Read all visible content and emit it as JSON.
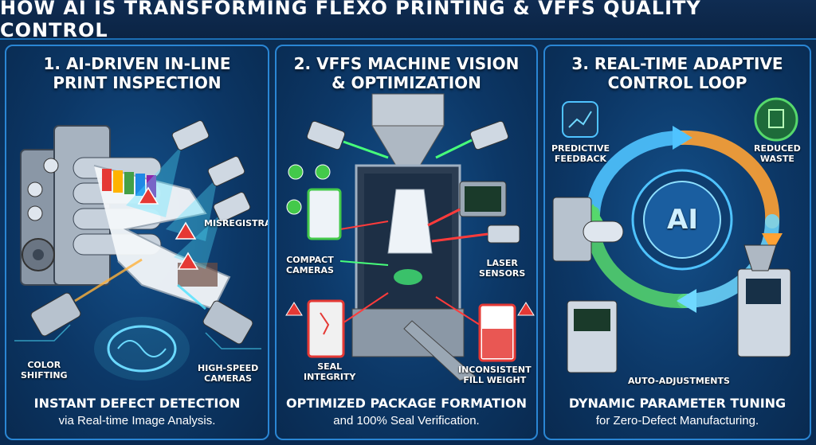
{
  "title": "HOW AI IS TRANSFORMING FLEXO PRINTING & VFFS QUALITY CONTROL",
  "panels": [
    {
      "title_line1": "1. AI-DRIVEN IN-LINE",
      "title_line2": "PRINT INSPECTION",
      "labels": {
        "misregistration": "MISREGISTRATION",
        "color_shifting_1": "COLOR",
        "color_shifting_2": "SHIFTING",
        "cameras_1": "HIGH-SPEED",
        "cameras_2": "CAMERAS"
      },
      "footer_bold": "INSTANT DEFECT DETECTION",
      "footer_text": "via Real-time Image Analysis."
    },
    {
      "title_line1": "2. VFFS MACHINE VISION",
      "title_line2": "& OPTIMIZATION",
      "labels": {
        "compact_1": "COMPACT",
        "compact_2": "CAMERAS",
        "laser_1": "LASER",
        "laser_2": "SENSORS",
        "seal_1": "SEAL",
        "seal_2": "INTEGRITY",
        "fill_1": "INCONSISTENT",
        "fill_2": "FILL WEIGHT"
      },
      "footer_bold": "OPTIMIZED PACKAGE FORMATION",
      "footer_text": "and 100% Seal Verification."
    },
    {
      "title_line1": "3. REAL-TIME ADAPTIVE",
      "title_line2": "CONTROL LOOP",
      "labels": {
        "predictive_1": "PREDICTIVE",
        "predictive_2": "FEEDBACK",
        "waste_1": "REDUCED",
        "waste_2": "WASTE",
        "ai": "AI",
        "auto": "AUTO-ADJUSTMENTS"
      },
      "footer_bold": "DYNAMIC PARAMETER TUNING",
      "footer_text": "for Zero-Defect Manufacturing."
    }
  ],
  "colors": {
    "accent": "#2a86d4",
    "warning": "#e53935",
    "ok": "#43c94a",
    "laser": "#ff3b3b",
    "scan": "#4fe3ff"
  }
}
